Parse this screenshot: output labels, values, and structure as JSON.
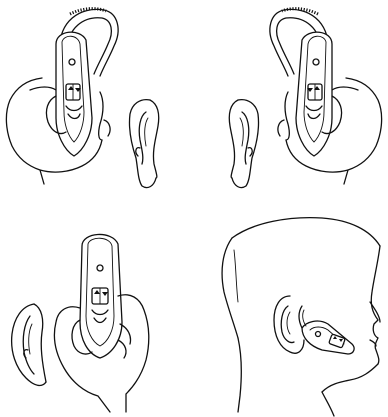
{
  "figure": {
    "panels": [
      {
        "id": "panel-top-left",
        "icon": "headset-ear-hook-left-ear-icon"
      },
      {
        "id": "panel-top-right",
        "icon": "headset-ear-hook-right-ear-icon"
      },
      {
        "id": "panel-bottom-left",
        "icon": "headset-without-hook-icon"
      },
      {
        "id": "panel-bottom-right",
        "icon": "headset-worn-profile-icon"
      }
    ],
    "colors": {
      "line": "#111111",
      "background": "#ffffff"
    }
  }
}
